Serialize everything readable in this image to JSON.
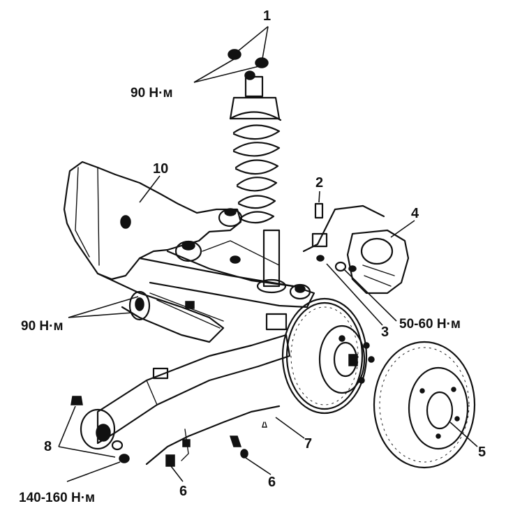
{
  "colors": {
    "ink": "#111111",
    "background": "#ffffff"
  },
  "callouts": {
    "n1": "1",
    "n2": "2",
    "n3": "3",
    "n4": "4",
    "n5": "5",
    "n6a": "6",
    "n6b": "6",
    "n7": "7",
    "n8": "8",
    "n10": "10"
  },
  "torques": {
    "strut_top": "90 Н·м",
    "crossmember": "90 Н·м",
    "caliper": "50-60 Н·м",
    "trailing_arm": "140-160 Н·м"
  }
}
